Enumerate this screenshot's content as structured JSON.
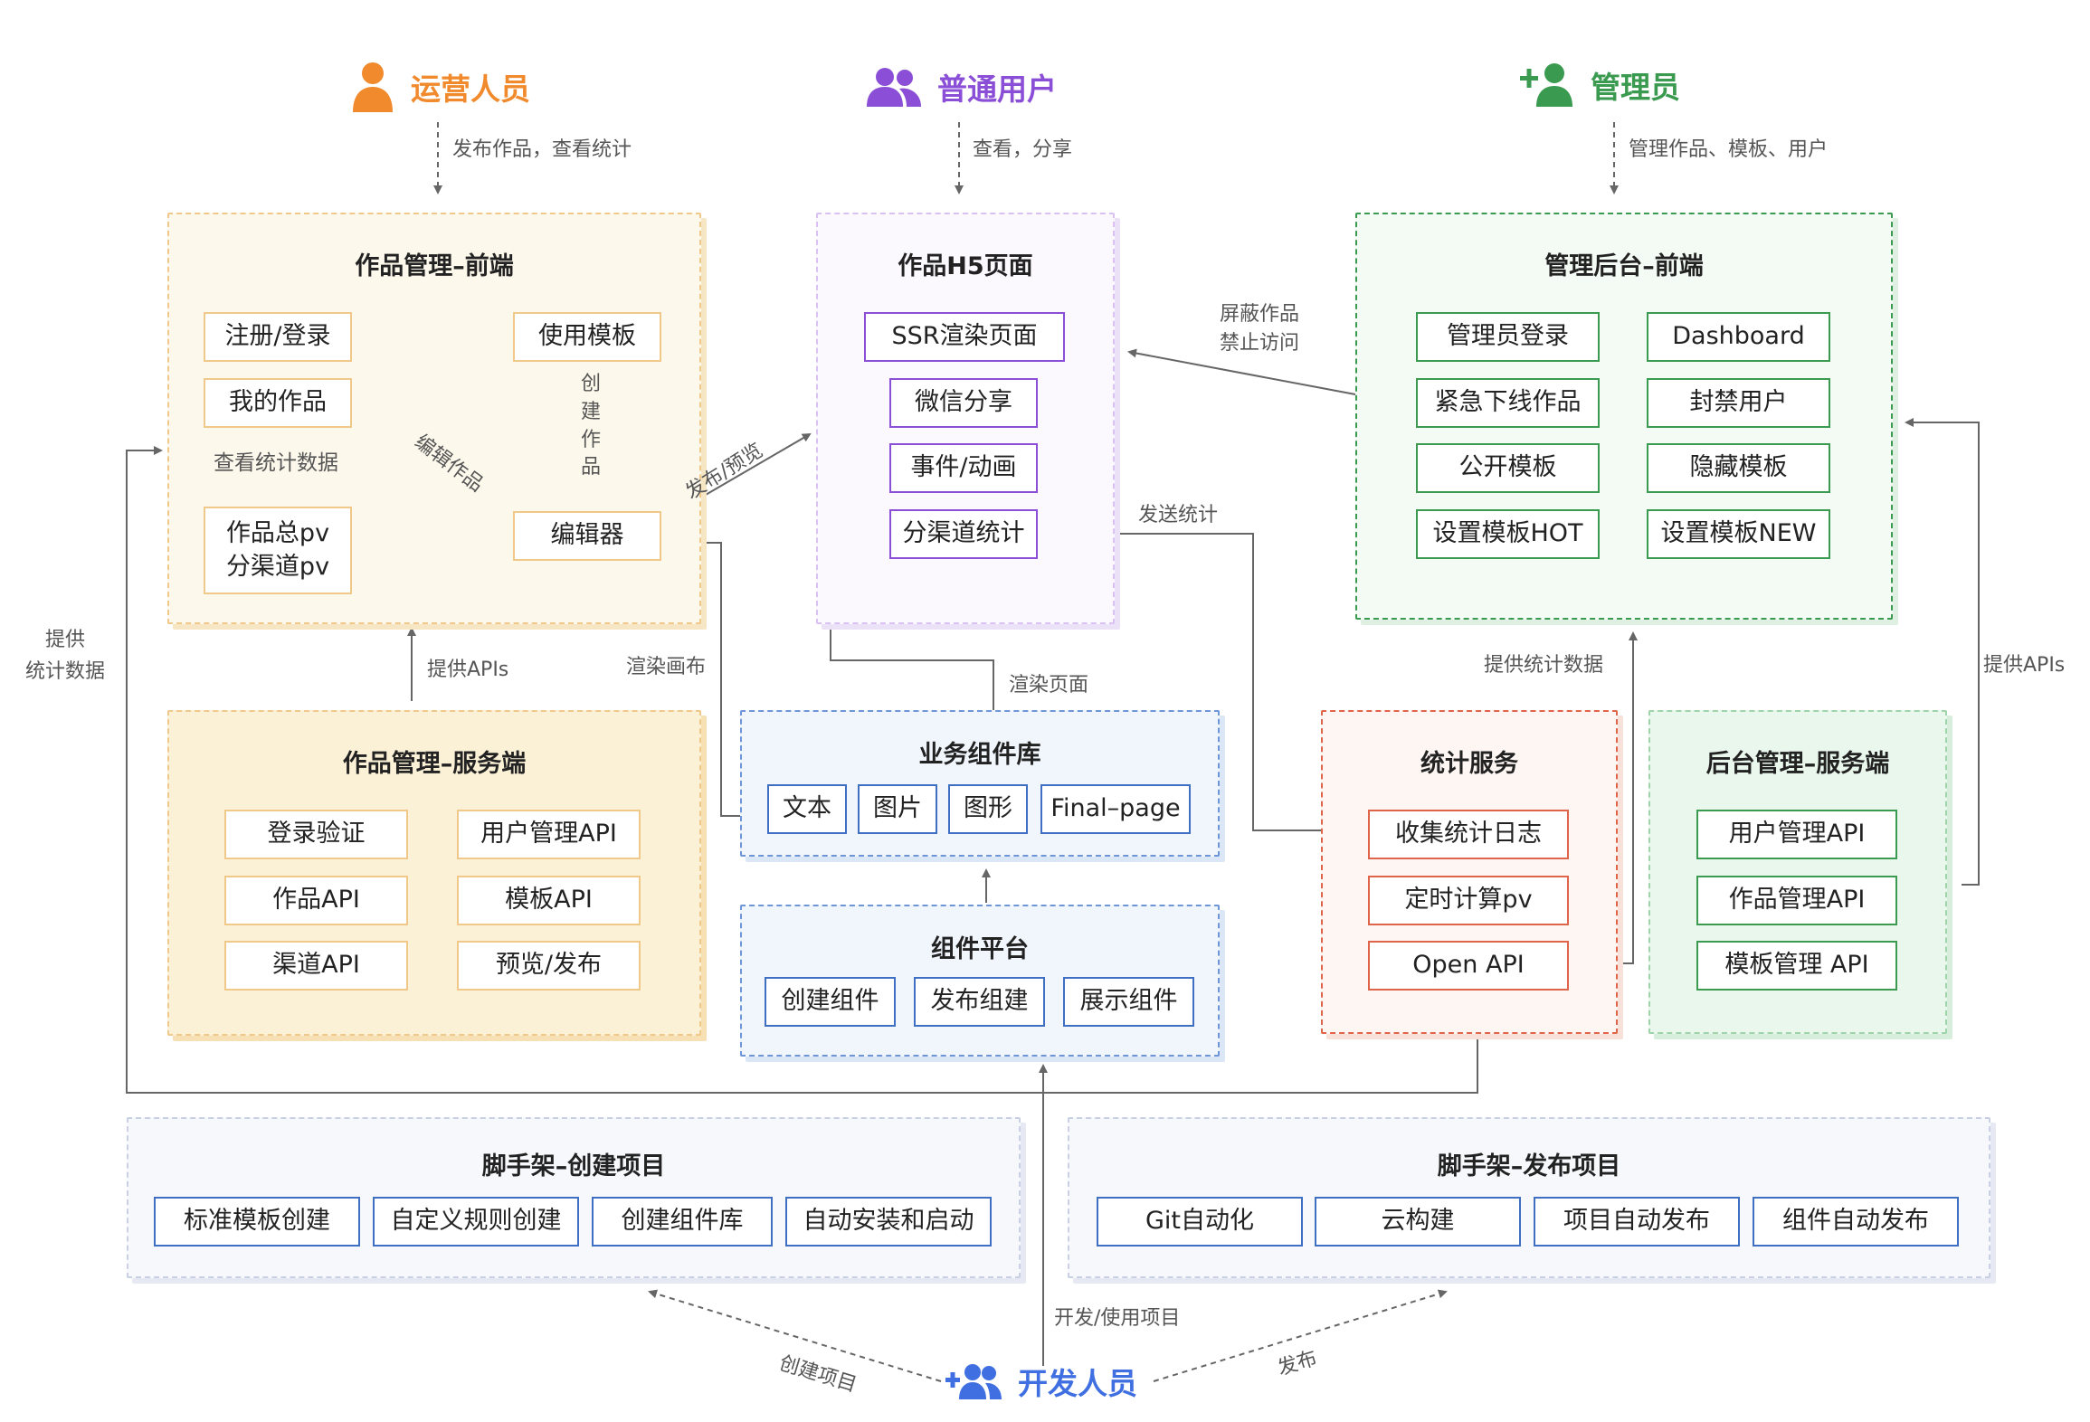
{
  "actors": {
    "operator": {
      "label": "运营人员",
      "color": "#f08a2c",
      "icon": "user-icon"
    },
    "user": {
      "label": "普通用户",
      "color": "#8a4fd6",
      "icon": "users-icon"
    },
    "admin": {
      "label": "管理员",
      "color": "#3a9a4f",
      "icon": "add-user-icon"
    },
    "developer": {
      "label": "开发人员",
      "color": "#3f6fe0",
      "icon": "add-users-icon"
    }
  },
  "flows": {
    "operator": "发布作品，查看统计",
    "user": "查看，分享",
    "admin": "管理作品、模板、用户",
    "edit_work": "编辑作品",
    "view_stats": "查看统计数据",
    "create_chars": [
      "创",
      "建",
      "作",
      "品"
    ],
    "publish_preview": "发布/预览",
    "block_work": "屏蔽作品",
    "forbid_access": "禁止访问",
    "send_stats": "发送统计",
    "provide_apis_left": "提供APIs",
    "render_canvas": "渲染画布",
    "render_page": "渲染页面",
    "provide_stats": "提供统计数据",
    "provide_apis_right": "提供APIs",
    "left_provide": "提供",
    "left_stats": "统计数据",
    "dev_use": "开发/使用项目",
    "create_project": "创建项目",
    "publish": "发布"
  },
  "panels": {
    "works_frontend": {
      "title": "作品管理–前端",
      "items": {
        "register": "注册/登录",
        "use_template": "使用模板",
        "my_works": "我的作品",
        "total_pv": "作品总pv",
        "channel_pv": "分渠道pv",
        "editor": "编辑器"
      }
    },
    "h5": {
      "title": "作品H5页面",
      "items": [
        "SSR渲染页面",
        "微信分享",
        "事件/动画",
        "分渠道统计"
      ]
    },
    "admin_frontend": {
      "title": "管理后台–前端",
      "items": [
        "管理员登录",
        "Dashboard",
        "紧急下线作品",
        "封禁用户",
        "公开模板",
        "隐藏模板",
        "设置模板HOT",
        "设置模板NEW"
      ]
    },
    "works_server": {
      "title": "作品管理–服务端",
      "items": [
        "登录验证",
        "用户管理API",
        "作品API",
        "模板API",
        "渠道API",
        "预览/发布"
      ]
    },
    "biz_components": {
      "title": "业务组件库",
      "items": [
        "文本",
        "图片",
        "图形",
        "Final–page"
      ]
    },
    "component_platform": {
      "title": "组件平台",
      "items": [
        "创建组件",
        "发布组建",
        "展示组件"
      ]
    },
    "stats_service": {
      "title": "统计服务",
      "items": [
        "收集统计日志",
        "定时计算pv",
        "Open API"
      ]
    },
    "admin_server": {
      "title": "后台管理–服务端",
      "items": [
        "用户管理API",
        "作品管理API",
        "模板管理 API"
      ]
    },
    "scaffold_create": {
      "title": "脚手架–创建项目",
      "items": [
        "标准模板创建",
        "自定义规则创建",
        "创建组件库",
        "自动安装和启动"
      ]
    },
    "scaffold_publish": {
      "title": "脚手架–发布项目",
      "items": [
        "Git自动化",
        "云构建",
        "项目自动发布",
        "组件自动发布"
      ]
    }
  },
  "colors": {
    "orange_fill": "#fdf8ec",
    "orange_border": "#f0c98a",
    "purple_fill": "#fbf8fe",
    "purple_border": "#d9c2f2",
    "green_fill": "#f4fbf5",
    "green_border": "#3a9a4f",
    "blue_fill": "#f1f6fd",
    "blue_border": "#6e95d6",
    "red_fill": "#fdf6f3",
    "red_border": "#e0644a",
    "gray_fill": "#f7f8fc",
    "gray_border": "#c9d0e4",
    "arrow": "#666666"
  }
}
